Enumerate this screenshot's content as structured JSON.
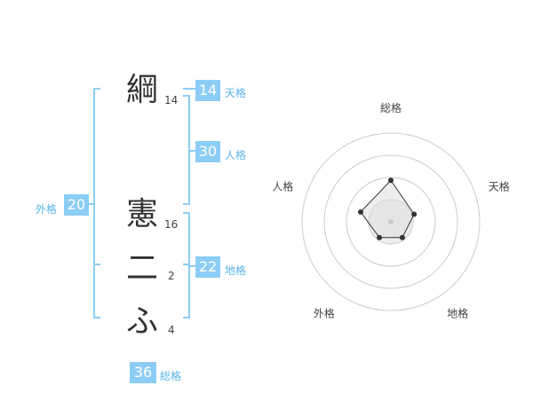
{
  "name": {
    "chars": [
      {
        "char": "綱",
        "strokes": "14"
      },
      {
        "char": "憲",
        "strokes": "16"
      },
      {
        "char": "二",
        "strokes": "2"
      },
      {
        "char": "ふ",
        "strokes": "4"
      }
    ]
  },
  "kakusu": {
    "tenkaku": {
      "value": "14",
      "label": "天格"
    },
    "jinkaku": {
      "value": "30",
      "label": "人格"
    },
    "chikaku": {
      "value": "22",
      "label": "地格"
    },
    "gaikaku": {
      "value": "20",
      "label": "外格"
    },
    "soukaku": {
      "value": "36",
      "label": "総格"
    }
  },
  "radar": {
    "axes": [
      "総格",
      "天格",
      "地格",
      "外格",
      "人格"
    ],
    "values": [
      0.85,
      0.5,
      0.4,
      0.4,
      0.65
    ],
    "max_rings": 4,
    "line_color": "#333333",
    "fill_color": "#eeeeee",
    "ring_color": "#cccccc"
  },
  "colors": {
    "accent": "#8ccdf5",
    "accent_text": "#5ab4e8"
  }
}
